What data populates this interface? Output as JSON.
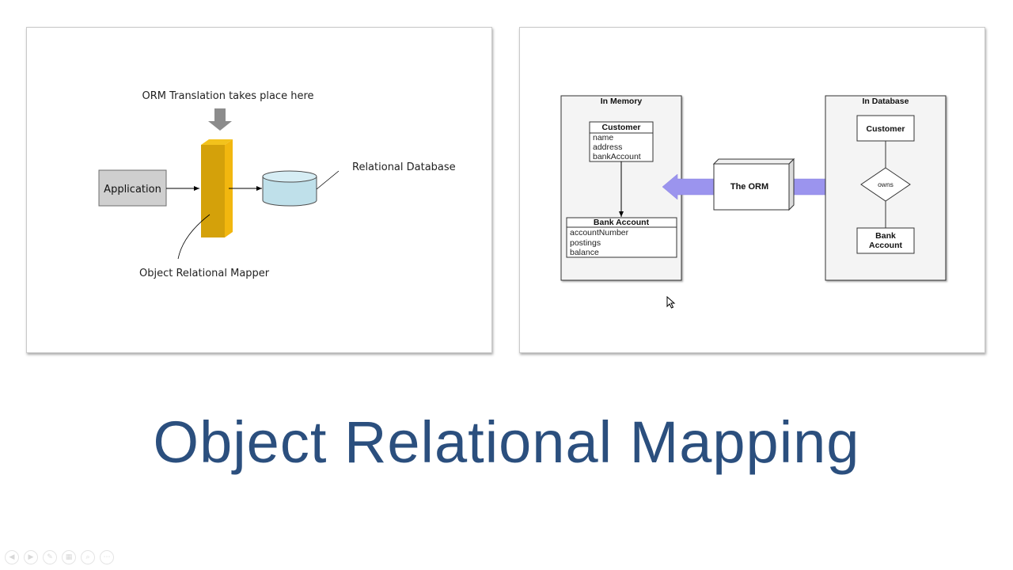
{
  "left_diagram": {
    "top_caption": "ORM Translation takes place here",
    "application_label": "Application",
    "database_label": "Relational Database",
    "mapper_label": "Object Relational Mapper"
  },
  "right_diagram": {
    "memory": {
      "title": "In Memory",
      "customer_class": {
        "name": "Customer",
        "fields": [
          "name",
          "address",
          "bankAccount"
        ]
      },
      "account_class": {
        "name": "Bank Account",
        "fields": [
          "accountNumber",
          "postings",
          "balance"
        ]
      }
    },
    "orm_label": "The ORM",
    "database": {
      "title": "In Database",
      "customer_entity": "Customer",
      "relation": "owns",
      "account_entity": [
        "Bank",
        "Account"
      ]
    }
  },
  "title": "Object Relational Mapping",
  "toolbar": {
    "icons": [
      "previous-icon",
      "next-icon",
      "pen-icon",
      "slides-icon",
      "zoom-icon",
      "more-icon"
    ],
    "glyphs": [
      "◀",
      "▶",
      "✎",
      "▦",
      "⌕",
      "⋯"
    ]
  },
  "colors": {
    "title": "#2b4f7e",
    "mapper": "#d4a10a",
    "database": "#bfe0ea",
    "arrow": "#9b94ee"
  }
}
